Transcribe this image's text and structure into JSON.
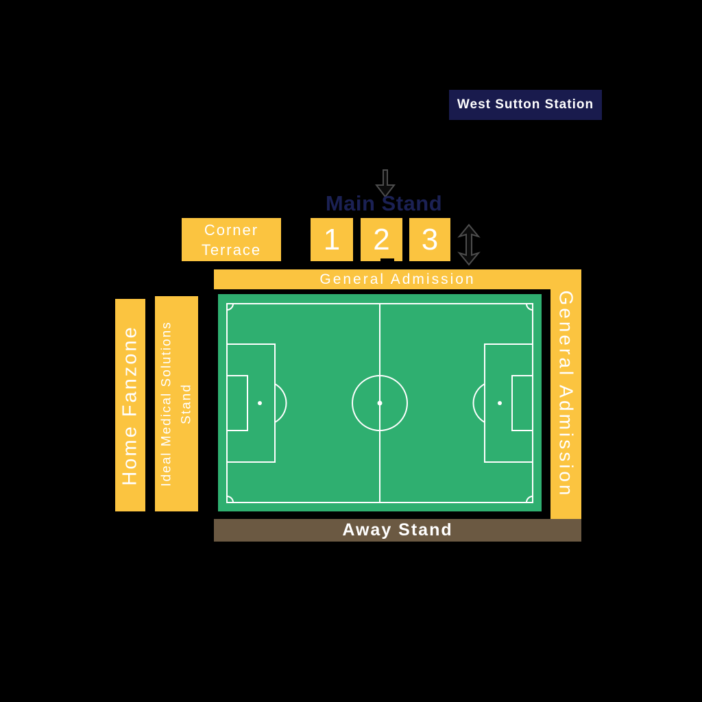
{
  "colors": {
    "background": "#000000",
    "stand_yellow": "#FBC440",
    "station_navy": "#191B4D",
    "heading_navy": "#1B2154",
    "pitch_green": "#2FAF70",
    "away_brown": "#6B5942",
    "line_white": "#FFFFFF",
    "arrow_black": "#111111"
  },
  "station": {
    "label": "West Sutton Station"
  },
  "main_stand": {
    "label": "Main Stand",
    "blocks": [
      "1",
      "2",
      "3"
    ]
  },
  "corner_terrace": {
    "line1": "Corner",
    "line2": "Terrace"
  },
  "stands": {
    "general_admission_top": "General Admission",
    "general_admission_right": "General Admission",
    "home_fanzone": "Home Fanzone",
    "ideal_line1": "Ideal Medical Solutions",
    "ideal_line2": "Stand",
    "away": "Away Stand"
  },
  "icons": {
    "down_arrow": "arrow-down-icon",
    "updown_arrow": "arrow-up-down-icon"
  }
}
